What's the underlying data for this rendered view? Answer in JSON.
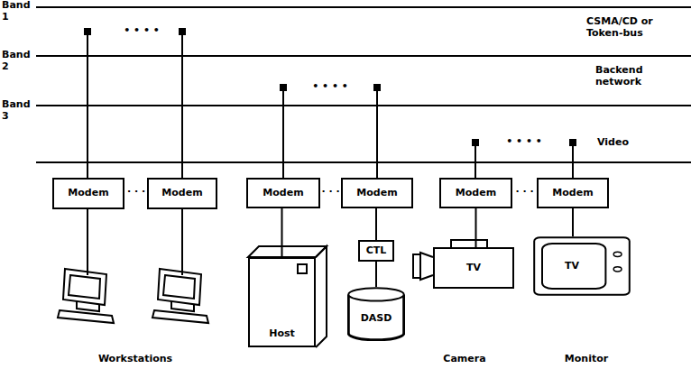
{
  "diagram": {
    "nodes": [
      {
        "text": [
          "Modem"
        ]
      },
      {
        "text": [
          "Modem"
        ]
      },
      {
        "text": [
          "Modem"
        ]
      },
      {
        "text": [
          "Modem"
        ]
      },
      {
        "text": [
          "Modem"
        ]
      },
      {
        "text": [
          "Modem"
        ]
      },
      {
        "text": [
          "Host"
        ]
      },
      {
        "text": [
          "CTL"
        ]
      },
      {
        "text": [
          "DASD"
        ]
      },
      {
        "text": [
          "TV"
        ]
      },
      {
        "text": [
          "TV"
        ]
      }
    ],
    "edges": [
      {
        "from": 2,
        "to": 6,
        "arrow": "none"
      },
      {
        "from": 3,
        "to": 7,
        "arrow": "none"
      },
      {
        "from": 7,
        "to": 8,
        "arrow": "none"
      },
      {
        "from": 4,
        "to": 9,
        "arrow": "none"
      },
      {
        "from": 5,
        "to": 10,
        "arrow": "none"
      }
    ],
    "labels": [
      "Band 1",
      "Band 2",
      "Band 3",
      "CSMA/CD or Token-bus",
      "Backend network",
      "Video",
      "• • • •",
      "• • • •",
      "• • • •",
      "· · ·",
      "· · ·",
      "· · ·",
      "Workstations",
      "Camera",
      "Monitor"
    ]
  }
}
